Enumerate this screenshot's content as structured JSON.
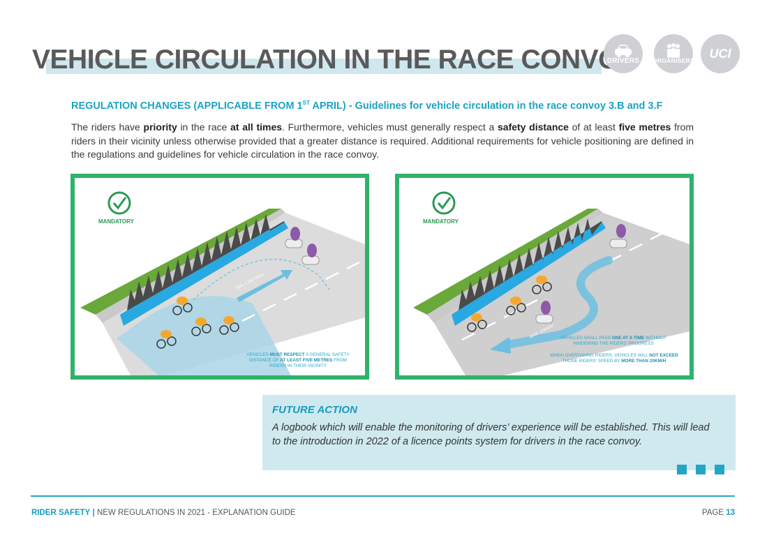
{
  "header": {
    "title": "VEHICLE CIRCULATION IN THE RACE CONVOY",
    "badges": [
      {
        "label": "DRIVERS",
        "icon": "car-icon"
      },
      {
        "label": "ORGANISERS",
        "icon": "people-icon"
      },
      {
        "label": "UCI",
        "icon": "uci-logo-icon"
      }
    ]
  },
  "section": {
    "subtitle_pre": "REGULATION CHANGES (APPLICABLE FROM 1",
    "subtitle_sup": "ST",
    "subtitle_post": " APRIL) - Guidelines for vehicle circulation in the race convoy 3.B and 3.F",
    "intro": {
      "t1": "The riders have ",
      "b1": "priority",
      "t2": " in the race ",
      "b2": "at all times",
      "t3": ". Furthermore, vehicles must generally respect a ",
      "b3": "safety distance",
      "t4": " of at least ",
      "b4": "five metres",
      "t5": " from riders in their vicinity unless otherwise provided that a greater distance is required. Additional requirements for vehicle positioning  are defined in the regulations and guidelines for vehicle circulation in the race convoy."
    }
  },
  "panels": [
    {
      "mandatory": "MANDATORY",
      "road_label": "MIN. 5 METERS",
      "caption": {
        "t1": "VEHICLES ",
        "b1": "MUST RESPECT",
        "t2": " A GENERAL SAFETY DISTANCE OF ",
        "b2": "AT LEAST FIVE METRES",
        "t3": " FROM RIDERS IN THEIR VICINITY"
      }
    },
    {
      "mandatory": "MANDATORY",
      "road_label": "MAX. 20KM/H",
      "caption1": {
        "t1": "VEHICLES SHALL PASS ",
        "b1": "ONE AT A TIME",
        "t2": " WITHOUT HINDERING THE RIDERS' PROGRESS"
      },
      "caption2": {
        "t1": "WHEN OVERTAKING RIDERS, VEHICLES WILL ",
        "b1": "NOT EXCEED",
        "t2": " THOSE RIDERS' SPEED BY ",
        "b2": "MORE THAN 20KM/H"
      }
    }
  ],
  "future_action": {
    "title": "FUTURE ACTION",
    "text": "A logbook which will enable the monitoring of drivers’ experience will be established. This will lead to the introduction in 2022 of a licence points system for drivers in the race convoy."
  },
  "footer": {
    "section": "RIDER SAFETY",
    "separator": "|",
    "guide": "NEW REGULATIONS IN 2021 - EXPLANATION GUIDE",
    "page_label": "PAGE",
    "page_number": "13"
  },
  "colors": {
    "accent": "#21a6c6",
    "panel_border": "#2db36b",
    "future_bg": "#cfe9ef",
    "title": "#5a5a5a"
  }
}
